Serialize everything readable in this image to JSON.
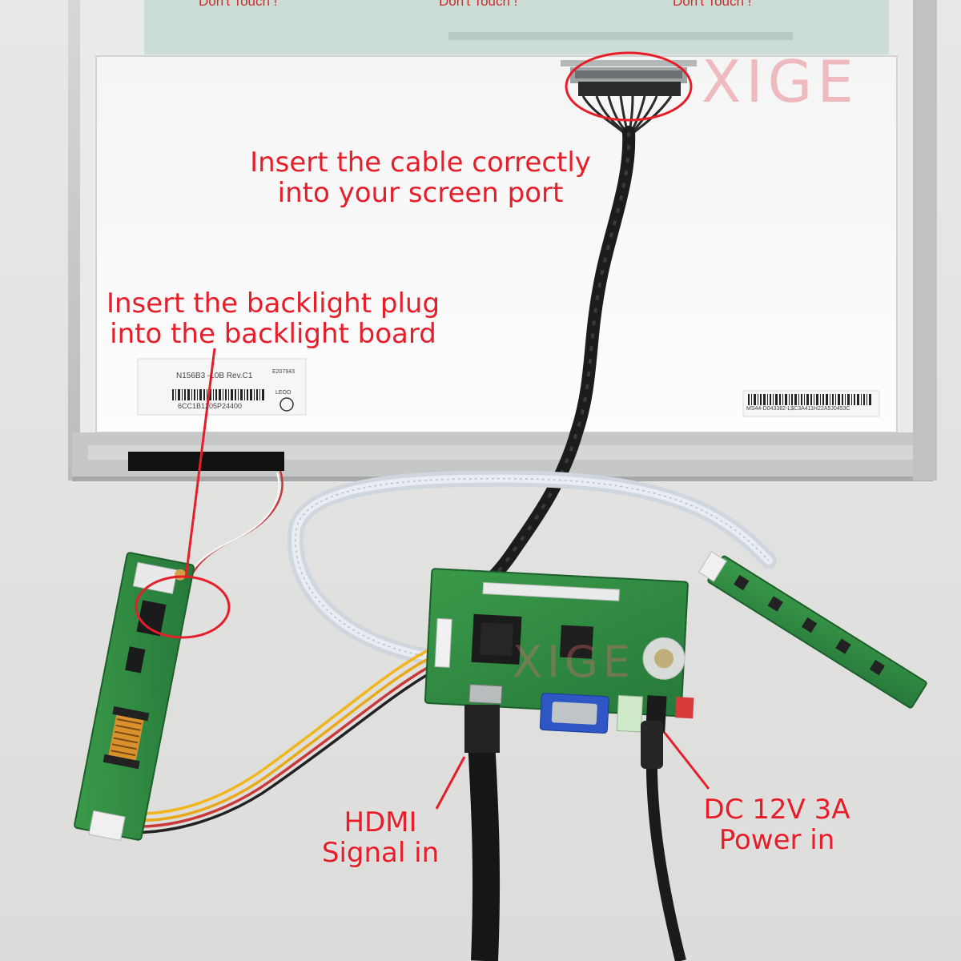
{
  "callouts": {
    "screen_port": {
      "line1": "Insert the cable correctly",
      "line2": "into your screen port"
    },
    "backlight": {
      "line1": "Insert the backlight plug",
      "line2": "into the backlight board"
    },
    "hdmi": {
      "line1": "HDMI",
      "line2": "Signal in"
    },
    "power": {
      "line1": "DC 12V 3A",
      "line2": "Power in"
    }
  },
  "watermark": {
    "brand": "XIGE"
  },
  "panel": {
    "warning_left": "Don't Touch !",
    "warning_mid": "Don't Touch !",
    "warning_right": "Don't Touch !",
    "model": "N156B3 -L0B  Rev.C1",
    "serial": "6CC1B1205P24400",
    "barcode_right": "MS44-D043382-L$C3A411H22A5J0453C",
    "cert": "E207943",
    "leoo": "LEOO"
  },
  "colors": {
    "annotation": "#e61e2a",
    "pcb_green": "#2f8a3e",
    "panel_white": "#fbfbfb",
    "bezel_grey": "#c9cbca",
    "cable_black": "#1c1c1c"
  }
}
